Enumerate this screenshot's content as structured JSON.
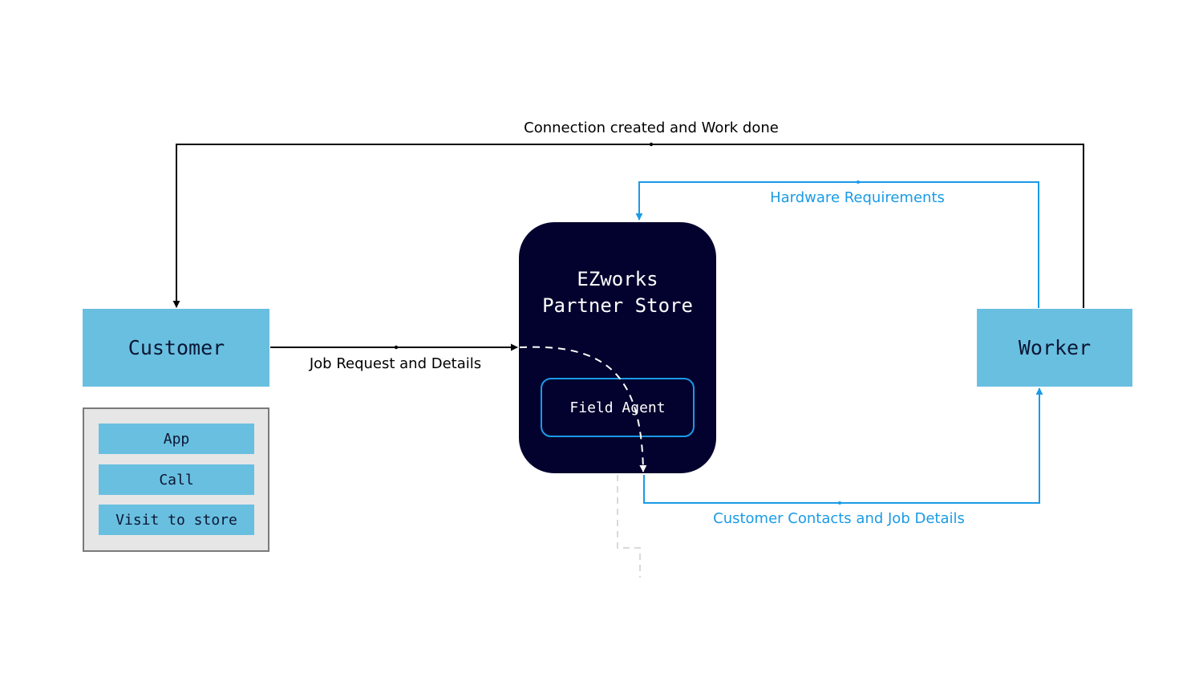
{
  "colors": {
    "background": "#ffffff",
    "node_fill": "#69bfe0",
    "node_text": "#0b1633",
    "store_fill": "#03022e",
    "store_text": "#ffffff",
    "agent_border": "#1a9be6",
    "blue_line": "#1a9be6",
    "black_line": "#000000",
    "dashed_line": "#ffffff",
    "faint_dashed": "#d9d9d9",
    "channels_fill": "#e6e6e6",
    "channels_border": "#7a7a7a"
  },
  "nodes": {
    "customer": "Customer",
    "worker": "Worker",
    "store_line1": "EZworks",
    "store_line2": "Partner Store",
    "field_agent": "Field Agent"
  },
  "channels": [
    "App",
    "Call",
    "Visit to store"
  ],
  "edges": {
    "job_request": "Job Request and Details",
    "connection_done": "Connection created and Work done",
    "hardware_requirements": "Hardware Requirements",
    "customer_contacts": "Customer Contacts and Job Details"
  }
}
